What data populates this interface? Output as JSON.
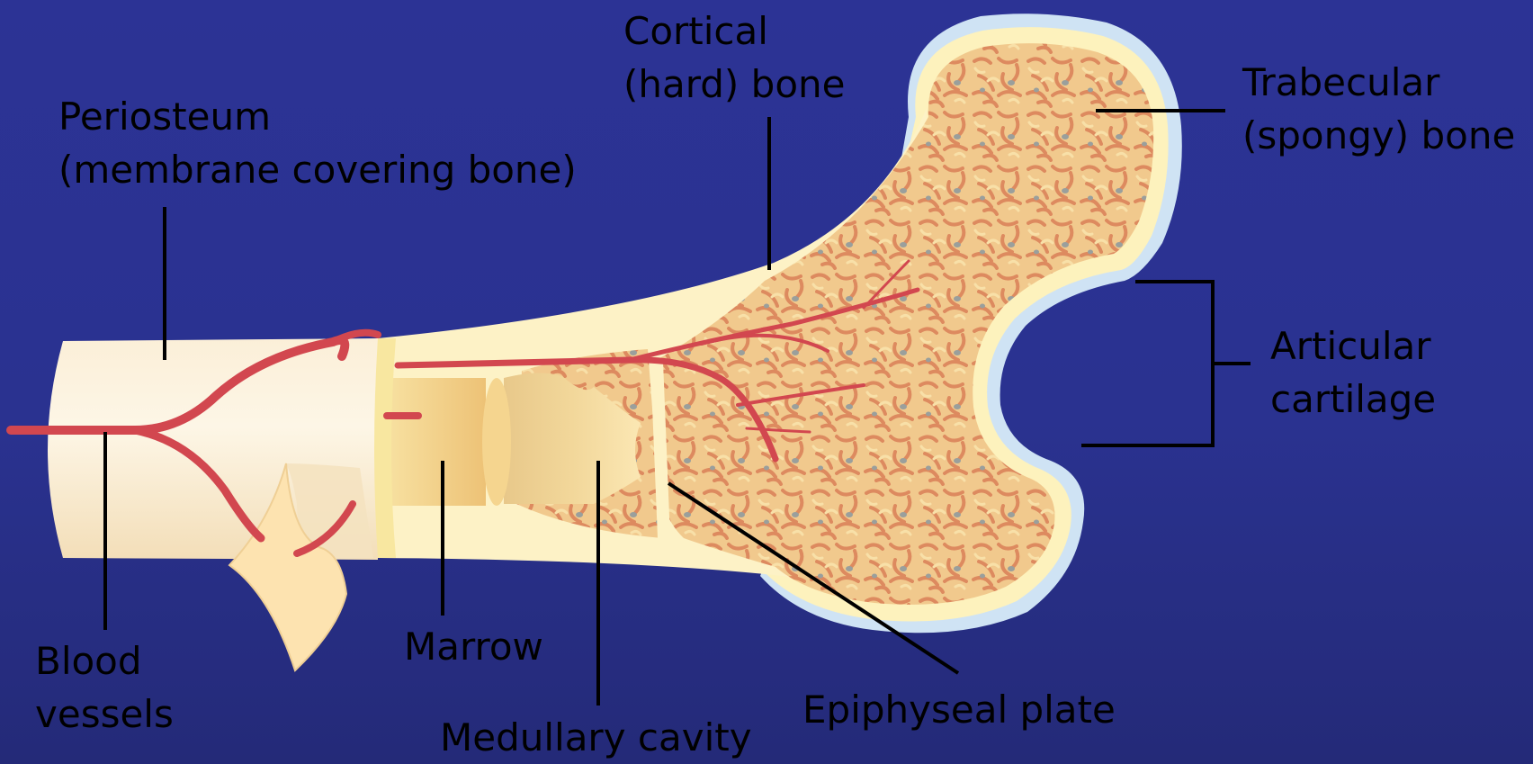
{
  "colors": {
    "background": "#2b3192",
    "bone": "#fdf2c6",
    "trabecular": "#e7a66c",
    "vessel": "#d2474f",
    "cartilage": "#cde2f4",
    "line": "#000000"
  },
  "labels": {
    "cortical": [
      "Cortical",
      "(hard) bone"
    ],
    "trabecular": [
      "Trabecular",
      "(spongy) bone"
    ],
    "periosteum": [
      "Periosteum",
      "(membrane covering bone)"
    ],
    "articular": [
      "Articular",
      "cartilage"
    ],
    "blood_vessels": [
      "Blood",
      "vessels"
    ],
    "marrow": "Marrow",
    "medullary": "Medullary cavity",
    "epiphyseal": "Epiphyseal plate"
  }
}
